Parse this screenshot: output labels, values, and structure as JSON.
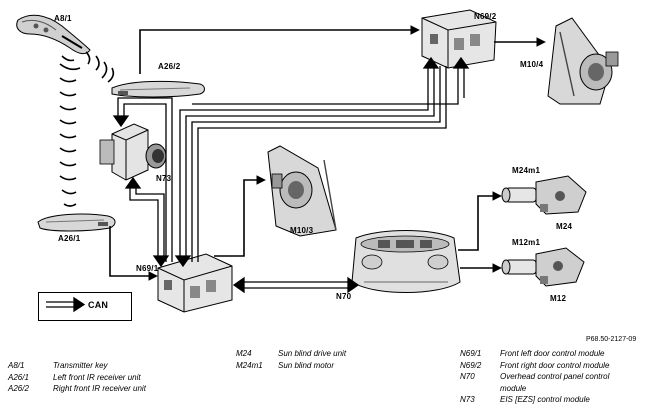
{
  "labels": {
    "a8_1": "A8/1",
    "a26_2": "A26/2",
    "a26_1": "A26/1",
    "n73": "N73",
    "n69_2": "N69/2",
    "n69_1": "N69/1",
    "m10_4": "M10/4",
    "m10_3": "M10/3",
    "m24m1": "M24m1",
    "m24": "M24",
    "m12m1": "M12m1",
    "m12": "M12",
    "n70": "N70"
  },
  "can_legend": "CAN",
  "figure_id": "P68.50-2127-09",
  "legend": {
    "col1": [
      {
        "code": "A8/1",
        "desc": "Transmitter key"
      },
      {
        "code": "A26/1",
        "desc": "Left front IR receiver unit"
      },
      {
        "code": "A26/2",
        "desc": "Right front IR receiver unit"
      }
    ],
    "col2": [
      {
        "code": "M24",
        "desc": "Sun blind drive unit"
      },
      {
        "code": "M24m1",
        "desc": "Sun blind motor"
      }
    ],
    "col3": [
      {
        "code": "N69/1",
        "desc": "Front left door control module"
      },
      {
        "code": "N69/2",
        "desc": "Front right door control module"
      },
      {
        "code": "N70",
        "desc": "Overhead control panel control module"
      },
      {
        "code": "N73",
        "desc": "EIS [EZS] control module"
      }
    ]
  }
}
